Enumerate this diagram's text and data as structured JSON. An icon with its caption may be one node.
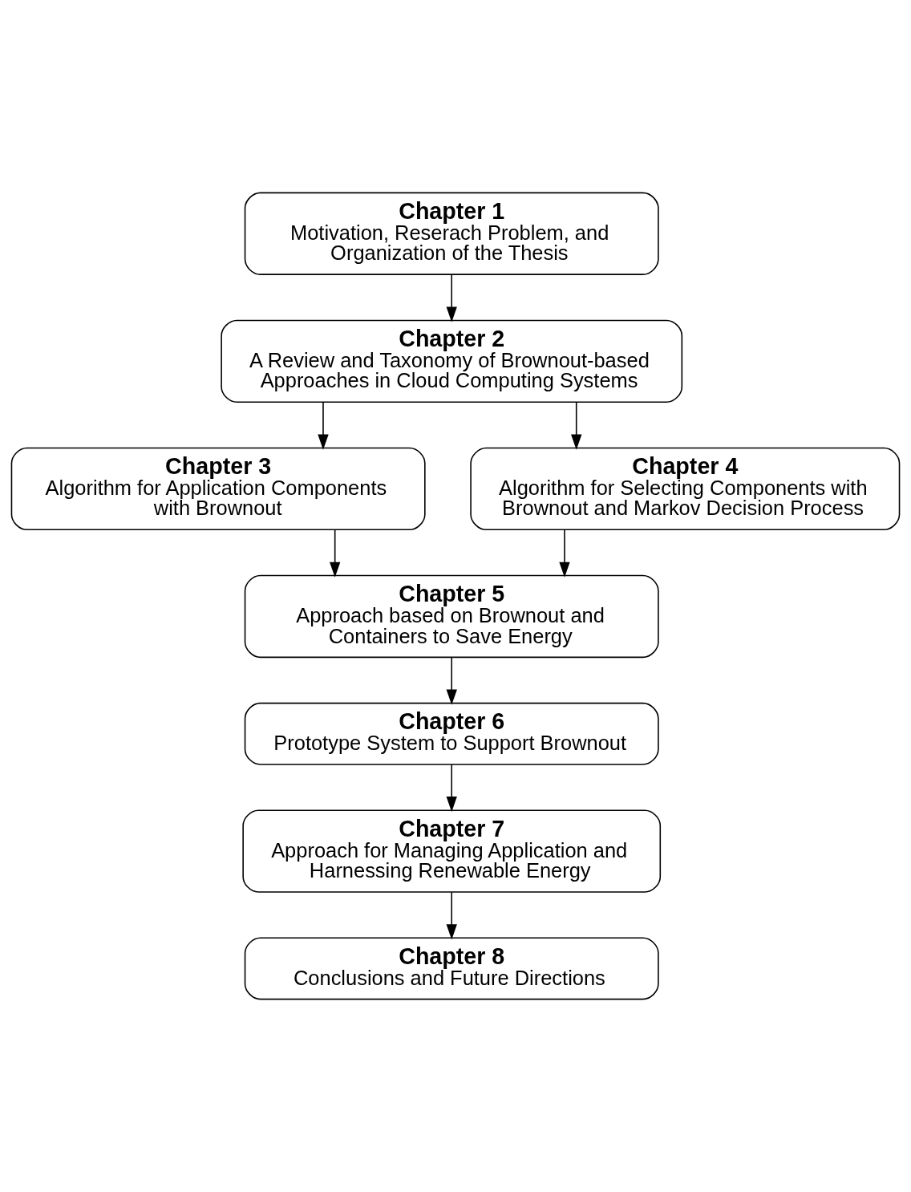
{
  "diagram": {
    "nodes": [
      {
        "text": [
          "Chapter 1",
          "Motivation, Reserach Problem, and Organization of the Thesis"
        ]
      },
      {
        "text": [
          "Chapter 2",
          "A Review and Taxonomy of Brownout-based Approaches in Cloud Computing Systems"
        ]
      },
      {
        "text": [
          "Chapter 3",
          "Algorithm for Application Components with Brownout"
        ]
      },
      {
        "text": [
          "Chapter 4",
          "Algorithm for Selecting Components with Brownout and Markov Decision Process"
        ]
      },
      {
        "text": [
          "Chapter 5",
          "Approach based on Brownout and Containers to Save Energy"
        ]
      },
      {
        "text": [
          "Chapter 6",
          "Prototype System to Support Brownout"
        ]
      },
      {
        "text": [
          "Chapter 7",
          "Approach for Managing Application and Harnessing Renewable Energy"
        ]
      },
      {
        "text": [
          "Chapter 8",
          "Conclusions and Future Directions"
        ]
      }
    ],
    "edges": [
      {
        "from": 0,
        "to": 1,
        "arrow": "to"
      },
      {
        "from": 1,
        "to": 2,
        "arrow": "to"
      },
      {
        "from": 1,
        "to": 3,
        "arrow": "to"
      },
      {
        "from": 2,
        "to": 4,
        "arrow": "to"
      },
      {
        "from": 3,
        "to": 4,
        "arrow": "to"
      },
      {
        "from": 4,
        "to": 5,
        "arrow": "to"
      },
      {
        "from": 5,
        "to": 6,
        "arrow": "to"
      },
      {
        "from": 6,
        "to": 7,
        "arrow": "to"
      }
    ]
  }
}
